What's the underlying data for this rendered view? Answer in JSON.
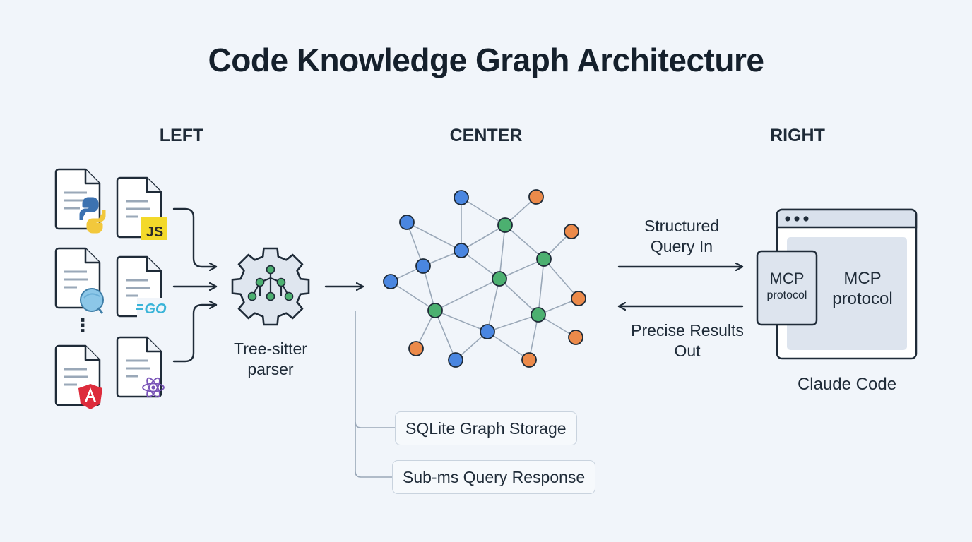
{
  "title": "Code Knowledge Graph Architecture",
  "sections": {
    "left": "LEFT",
    "center": "CENTER",
    "right": "RIGHT"
  },
  "left": {
    "files": [
      {
        "badge": "python-icon"
      },
      {
        "badge": "javascript-icon",
        "badge_text": "JS"
      },
      {
        "badge": "c-language-icon"
      },
      {
        "badge": "go-icon",
        "badge_text": "GO"
      },
      {
        "badge": "angular-icon"
      },
      {
        "badge": "react-icon"
      }
    ],
    "ellipsis": "⋮",
    "parser_label_line1": "Tree-sitter",
    "parser_label_line2": "parser"
  },
  "center": {
    "graph": {
      "colors": {
        "blue": "#4a86e0",
        "green": "#4cb070",
        "orange": "#ec8a4a"
      }
    },
    "storage_label": "SQLite Graph Storage",
    "response_label": "Sub-ms Query Response"
  },
  "right": {
    "query_in_line1": "Structured",
    "query_in_line2": "Query In",
    "results_out_line1": "Precise Results",
    "results_out_line2": "Out",
    "mcp_small_line1": "MCP",
    "mcp_small_line2": "protocol",
    "mcp_large_line1": "MCP",
    "mcp_large_line2": "protocol",
    "client_label": "Claude Code"
  }
}
